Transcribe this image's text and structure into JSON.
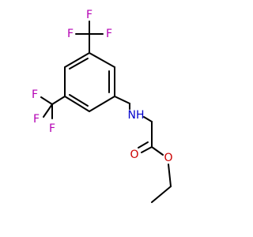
{
  "diagram": {
    "type": "chemical-structure",
    "background_color": "#ffffff",
    "bond_color": "#000000",
    "element_colors": {
      "F": "#B300B3",
      "N": "#0000CC",
      "O": "#CC0000"
    },
    "atom_labels": {
      "f1": "F",
      "f2": "F",
      "f3": "F",
      "f4": "F",
      "f5": "F",
      "f6": "F",
      "n": "NH",
      "o_carbonyl": "O",
      "o_ester": "O"
    }
  }
}
